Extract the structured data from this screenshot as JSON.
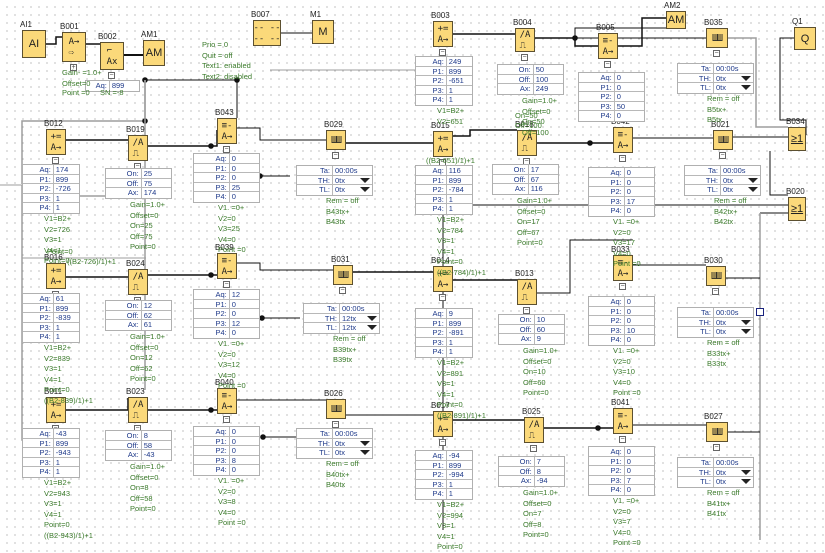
{
  "diagram": {
    "title": "LOGO! Function Block Diagram",
    "blocks": [
      {
        "id": "AI1",
        "symbol": "AI",
        "type": "analog-input"
      },
      {
        "id": "B001",
        "symbol": "A→ ⇨",
        "type": "analog-amplifier"
      },
      {
        "id": "B002",
        "symbol": "⌐ Ax",
        "type": "analog-ramp"
      },
      {
        "id": "AM1",
        "symbol": "AM",
        "type": "analog-flag"
      },
      {
        "id": "B007",
        "symbol": "-- --",
        "type": "message-text"
      },
      {
        "id": "M1",
        "symbol": "M",
        "type": "flag"
      },
      {
        "id": "B003",
        "symbol": "+= A→",
        "type": "analog-math"
      },
      {
        "id": "B004",
        "symbol": "/A ⎍",
        "type": "analog-threshold"
      },
      {
        "id": "B005",
        "symbol": "≡- A→",
        "type": "analog-mux"
      },
      {
        "id": "AM2",
        "symbol": "AM",
        "type": "analog-flag"
      },
      {
        "id": "B035",
        "symbol": "ШШ",
        "type": "pulse-generator"
      },
      {
        "id": "Q1",
        "symbol": "Q",
        "type": "output"
      },
      {
        "id": "B012",
        "symbol": "+= A→",
        "type": "analog-math"
      },
      {
        "id": "B019",
        "symbol": "/A ⎍",
        "type": "analog-threshold"
      },
      {
        "id": "B043",
        "symbol": "≡- A→",
        "type": "analog-mux"
      },
      {
        "id": "B029",
        "symbol": "ШШ",
        "type": "pulse-generator"
      },
      {
        "id": "B015",
        "symbol": "+= A→",
        "type": "analog-math"
      },
      {
        "id": "B018",
        "symbol": "/A ⎍",
        "type": "analog-threshold"
      },
      {
        "id": "B042",
        "symbol": "≡- A→",
        "type": "analog-mux"
      },
      {
        "id": "B021",
        "symbol": "ШШ",
        "type": "pulse-generator"
      },
      {
        "id": "B034",
        "symbol": "≥1",
        "type": "or"
      },
      {
        "id": "B020",
        "symbol": "≥1",
        "type": "or"
      },
      {
        "id": "B016",
        "symbol": "+= A→",
        "type": "analog-math"
      },
      {
        "id": "B024",
        "symbol": "/A ⎍",
        "type": "analog-threshold"
      },
      {
        "id": "B039",
        "symbol": "≡- A→",
        "type": "analog-mux"
      },
      {
        "id": "B031",
        "symbol": "ШШ",
        "type": "pulse-generator"
      },
      {
        "id": "B014",
        "symbol": "+= A→",
        "type": "analog-math"
      },
      {
        "id": "B013",
        "symbol": "/A ⎍",
        "type": "analog-threshold"
      },
      {
        "id": "B033",
        "symbol": "≡- A→",
        "type": "analog-mux"
      },
      {
        "id": "B030",
        "symbol": "ШШ",
        "type": "pulse-generator"
      },
      {
        "id": "B011",
        "symbol": "+= A→",
        "type": "analog-math"
      },
      {
        "id": "B023",
        "symbol": "/A ⎍",
        "type": "analog-threshold"
      },
      {
        "id": "B040",
        "symbol": "≡- A→",
        "type": "analog-mux"
      },
      {
        "id": "B026",
        "symbol": "ШШ",
        "type": "pulse-generator"
      },
      {
        "id": "B017",
        "symbol": "+= A→",
        "type": "analog-math"
      },
      {
        "id": "B025",
        "symbol": "/A ⎍",
        "type": "analog-threshold"
      },
      {
        "id": "B041",
        "symbol": "≡- A→",
        "type": "analog-mux"
      },
      {
        "id": "B027",
        "symbol": "ШШ",
        "type": "pulse-generator"
      }
    ],
    "b001_panel": {
      "aq_label": "Aq:",
      "aq_value": "899",
      "notes": [
        "Gain- =1.0+",
        "Offset=0",
        "Point =0",
        "SN =-8"
      ]
    },
    "b007_notes": [
      "Prio = 0",
      "Quit = off",
      "Text1: enabled",
      "Text2: disabled"
    ],
    "math_tables": [
      {
        "block": "B003",
        "rows": [
          [
            "Aq:",
            "249"
          ],
          [
            "P1:",
            "899"
          ],
          [
            "P2:",
            "-651"
          ],
          [
            "P3:",
            "1"
          ],
          [
            "P4:",
            "1"
          ]
        ],
        "notes": [
          "V1=B2+",
          "V2=651"
        ]
      },
      {
        "block": "B012",
        "rows": [
          [
            "Aq:",
            "174"
          ],
          [
            "P1:",
            "899"
          ],
          [
            "P2:",
            "-726"
          ],
          [
            "P3:",
            "1"
          ],
          [
            "P4:",
            "1"
          ]
        ],
        "notes": [
          "V1=B2+",
          "V2=726",
          "V3=1",
          "V4=1",
          "Point=0"
        ]
      },
      {
        "block": "B015",
        "rows": [
          [
            "Aq:",
            "116"
          ],
          [
            "P1:",
            "899"
          ],
          [
            "P2:",
            "-784"
          ],
          [
            "P3:",
            "1"
          ],
          [
            "P4:",
            "1"
          ]
        ],
        "notes": [
          "V1=B2+",
          "V2=784",
          "V3=1",
          "V4=1",
          "Point=0",
          "((B2-784)/1)+1"
        ]
      },
      {
        "block": "B016",
        "rows": [
          [
            "Aq:",
            "61"
          ],
          [
            "P1:",
            "899"
          ],
          [
            "P2:",
            "-839"
          ],
          [
            "P3:",
            "1"
          ],
          [
            "P4:",
            "1"
          ]
        ],
        "notes": [
          "V1=B2+",
          "V2=839",
          "V3=1",
          "V4=1",
          "Point=0",
          "((B2-839)/1)+1"
        ]
      },
      {
        "block": "B014",
        "rows": [
          [
            "Aq:",
            "9"
          ],
          [
            "P1:",
            "899"
          ],
          [
            "P2:",
            "-891"
          ],
          [
            "P3:",
            "1"
          ],
          [
            "P4:",
            "1"
          ]
        ],
        "notes": [
          "V1=B2+",
          "V2=891",
          "V3=1",
          "V4=1",
          "Point=0",
          "((B2-891)/1)+1"
        ]
      },
      {
        "block": "B011",
        "rows": [
          [
            "Aq:",
            "-43"
          ],
          [
            "P1:",
            "899"
          ],
          [
            "P2:",
            "-943"
          ],
          [
            "P3:",
            "1"
          ],
          [
            "P4:",
            "1"
          ]
        ],
        "notes": [
          "V1=B2+",
          "V2=943",
          "V3=1",
          "V4=1",
          "Point=0",
          "((B2-943)/1)+1"
        ]
      },
      {
        "block": "B017",
        "rows": [
          [
            "Aq:",
            "-94"
          ],
          [
            "P1:",
            "899"
          ],
          [
            "P2:",
            "-994"
          ],
          [
            "P3:",
            "1"
          ],
          [
            "P4:",
            "1"
          ]
        ],
        "notes": [
          "V1=B2+",
          "V2=994",
          "V3=1",
          "V4=1",
          "Point=0"
        ]
      }
    ],
    "threshold_tables": [
      {
        "block": "B004",
        "rows": [
          [
            "On:",
            "50"
          ],
          [
            "Off:",
            "100"
          ],
          [
            "Ax:",
            "249"
          ]
        ],
        "notes": [
          "Gain=1.0+",
          "Offset=0",
          "On=50",
          "Off=100"
        ]
      },
      {
        "block": "B019",
        "rows": [
          [
            "On:",
            "25"
          ],
          [
            "Off:",
            "75"
          ],
          [
            "Ax:",
            "174"
          ]
        ],
        "notes": [
          "Gain=1.0+",
          "Offset=0",
          "On=25",
          "Off=75",
          "Point=0"
        ]
      },
      {
        "block": "B018",
        "rows": [
          [
            "On:",
            "17"
          ],
          [
            "Off:",
            "67"
          ],
          [
            "Ax:",
            "116"
          ]
        ],
        "notes": [
          "Gain=1.0+",
          "Offset=0",
          "On=17",
          "Off=67",
          "Point=0"
        ]
      },
      {
        "block": "B024",
        "rows": [
          [
            "On:",
            "12"
          ],
          [
            "Off:",
            "62"
          ],
          [
            "Ax:",
            "61"
          ]
        ],
        "notes": [
          "Gain=1.0+",
          "Offset=0",
          "On=12",
          "Off=62",
          "Point=0"
        ]
      },
      {
        "block": "B013",
        "rows": [
          [
            "On:",
            "10"
          ],
          [
            "Off:",
            "60"
          ],
          [
            "Ax:",
            "9"
          ]
        ],
        "notes": [
          "Gain=1.0+",
          "Offset=0",
          "On=10",
          "Off=60",
          "Point=0"
        ]
      },
      {
        "block": "B023",
        "rows": [
          [
            "On:",
            "8"
          ],
          [
            "Off:",
            "58"
          ],
          [
            "Ax:",
            "-43"
          ]
        ],
        "notes": [
          "Gain=1.0+",
          "Offset=0",
          "On=8",
          "Off=58",
          "Point=0"
        ]
      },
      {
        "block": "B025",
        "rows": [
          [
            "On:",
            "7"
          ],
          [
            "Off:",
            "8"
          ],
          [
            "Ax:",
            "-94"
          ]
        ],
        "notes": [
          "Gain=1.0+",
          "Offset=0",
          "On=7",
          "Off=8",
          "Point=0"
        ]
      }
    ],
    "mux_tables": [
      {
        "block": "B005",
        "rows": [
          [
            "Aq:",
            "0"
          ],
          [
            "P1:",
            "0"
          ],
          [
            "P2:",
            "0"
          ],
          [
            "P3:",
            "50"
          ],
          [
            "P4:",
            "0"
          ]
        ],
        "notes": []
      },
      {
        "block": "B043",
        "rows": [
          [
            "Aq:",
            "0"
          ],
          [
            "P1:",
            "0"
          ],
          [
            "P2:",
            "0"
          ],
          [
            "P3:",
            "25"
          ],
          [
            "P4:",
            "0"
          ]
        ],
        "notes": [
          "V1. =0+",
          "V2=0",
          "V3=25",
          "V4=0",
          "Point =0"
        ]
      },
      {
        "block": "B042",
        "rows": [
          [
            "Aq:",
            "0"
          ],
          [
            "P1:",
            "0"
          ],
          [
            "P2:",
            "0"
          ],
          [
            "P3:",
            "17"
          ],
          [
            "P4:",
            "0"
          ]
        ],
        "notes": [
          "V1. =0+",
          "V2=0",
          "V3=17",
          "V4=0",
          "Point =0"
        ]
      },
      {
        "block": "B039",
        "rows": [
          [
            "Aq:",
            "12"
          ],
          [
            "P1:",
            "0"
          ],
          [
            "P2:",
            "0"
          ],
          [
            "P3:",
            "12"
          ],
          [
            "P4:",
            "0"
          ]
        ],
        "notes": [
          "V1. =0+",
          "V2=0",
          "V3=12",
          "V4=0",
          "Point =0"
        ]
      },
      {
        "block": "B033",
        "rows": [
          [
            "Aq:",
            "0"
          ],
          [
            "P1:",
            "0"
          ],
          [
            "P2:",
            "0"
          ],
          [
            "P3:",
            "10"
          ],
          [
            "P4:",
            "0"
          ]
        ],
        "notes": [
          "V1. =0+",
          "V2=0",
          "V3=10",
          "V4=0",
          "Point =0"
        ]
      },
      {
        "block": "B040",
        "rows": [
          [
            "Aq:",
            "0"
          ],
          [
            "P1:",
            "0"
          ],
          [
            "P2:",
            "0"
          ],
          [
            "P3:",
            "8"
          ],
          [
            "P4:",
            "0"
          ]
        ],
        "notes": [
          "V1. =0+",
          "V2=0",
          "V3=8",
          "V4=0",
          "Point =0"
        ]
      },
      {
        "block": "B041",
        "rows": [
          [
            "Aq:",
            "0"
          ],
          [
            "P1:",
            "0"
          ],
          [
            "P2:",
            "0"
          ],
          [
            "P3:",
            "7"
          ],
          [
            "P4:",
            "0"
          ]
        ],
        "notes": [
          "V1. =0+",
          "V2=0",
          "V3=7",
          "V4=0",
          "Point =0"
        ]
      }
    ],
    "pulse_tables": [
      {
        "block": "B035",
        "rows": [
          [
            "Ta:",
            "00:00s"
          ],
          [
            "TH:",
            "0tx"
          ],
          [
            "TL:",
            "0tx"
          ]
        ],
        "notes": [
          "Rem = off",
          "B5tx+",
          "B5tx"
        ]
      },
      {
        "block": "B029",
        "rows": [
          [
            "Ta:",
            "00:00s"
          ],
          [
            "TH:",
            "0tx"
          ],
          [
            "TL:",
            "0tx"
          ]
        ],
        "notes": [
          "Rem = off",
          "B43tx+",
          "B43tx"
        ]
      },
      {
        "block": "B021",
        "rows": [
          [
            "Ta:",
            "00:00s"
          ],
          [
            "TH:",
            "0tx"
          ],
          [
            "TL:",
            "0tx"
          ]
        ],
        "notes": [
          "Rem = off",
          "B42tx+",
          "B42tx"
        ]
      },
      {
        "block": "B031",
        "rows": [
          [
            "Ta:",
            "00:00s"
          ],
          [
            "TH:",
            "12tx"
          ],
          [
            "TL:",
            "12tx"
          ]
        ],
        "notes": [
          "Rem = off",
          "B39tx+",
          "B39tx"
        ]
      },
      {
        "block": "B030",
        "rows": [
          [
            "Ta:",
            "00:00s"
          ],
          [
            "TH:",
            "0tx"
          ],
          [
            "TL:",
            "0tx"
          ]
        ],
        "notes": [
          "Rem = off",
          "B33tx+",
          "B33tx"
        ]
      },
      {
        "block": "B026",
        "rows": [
          [
            "Ta:",
            "00:00s"
          ],
          [
            "TH:",
            "0tx"
          ],
          [
            "TL:",
            "0tx"
          ]
        ],
        "notes": [
          "Rem = off",
          "B40tx+",
          "B40tx"
        ]
      },
      {
        "block": "B027",
        "rows": [
          [
            "Ta:",
            "00:00s"
          ],
          [
            "TH:",
            "0tx"
          ],
          [
            "TL:",
            "0tx"
          ]
        ],
        "notes": [
          "Rem = off",
          "B41tx+",
          "B41tx"
        ]
      }
    ],
    "overlay_texts": {
      "b015_formula": "((B2-651)/1)+1",
      "b018_on": "On=50",
      "b018_off": "Off=100",
      "b016_point": "Point=0",
      "b016_formula": "((B2-726)/1)+1"
    },
    "colors": {
      "block_fill": "#fbd97a",
      "block_border": "#5c5030",
      "param_text": "#1f3a8a",
      "note_text": "#3a7a2a",
      "wire": "#111111",
      "wire_grey": "#9e9e9e"
    }
  }
}
